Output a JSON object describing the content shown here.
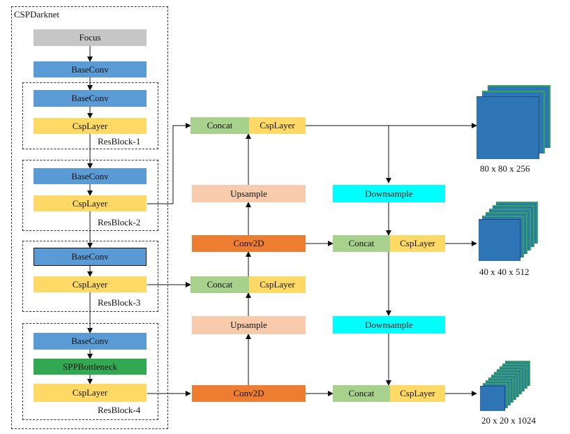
{
  "backbone": {
    "title": "CSPDarknet",
    "focus": "Focus",
    "base_conv": "BaseConv",
    "resblocks": [
      {
        "name": "ResBlock-1",
        "conv": "BaseConv",
        "csp": "CspLayer"
      },
      {
        "name": "ResBlock-2",
        "conv": "BaseConv",
        "csp": "CspLayer"
      },
      {
        "name": "ResBlock-3",
        "conv": "BaseConv",
        "csp": "CspLayer"
      },
      {
        "name": "ResBlock-4",
        "conv": "BaseConv",
        "spp": "SPPBottleneck",
        "csp": "CspLayer"
      }
    ]
  },
  "neck": {
    "concat": "Concat",
    "csp": "CspLayer",
    "upsample": "Upsample",
    "conv2d": "Conv2D",
    "downsample": "Downsample"
  },
  "outputs": [
    {
      "label": "80 x 80 x 256"
    },
    {
      "label": "40 x 40 x 512"
    },
    {
      "label": "20 x 20 x 1024"
    }
  ],
  "colors": {
    "focus": "#c6c6c6",
    "base_conv": "#5b9bd5",
    "csp_layer": "#ffd966",
    "spp": "#33a852",
    "concat": "#a9d18e",
    "upsample": "#f8cbad",
    "conv2d": "#ed7d31",
    "downsample": "#00ffff",
    "tensor_front": "#2e75b6",
    "tensor_back": "#33a852"
  }
}
